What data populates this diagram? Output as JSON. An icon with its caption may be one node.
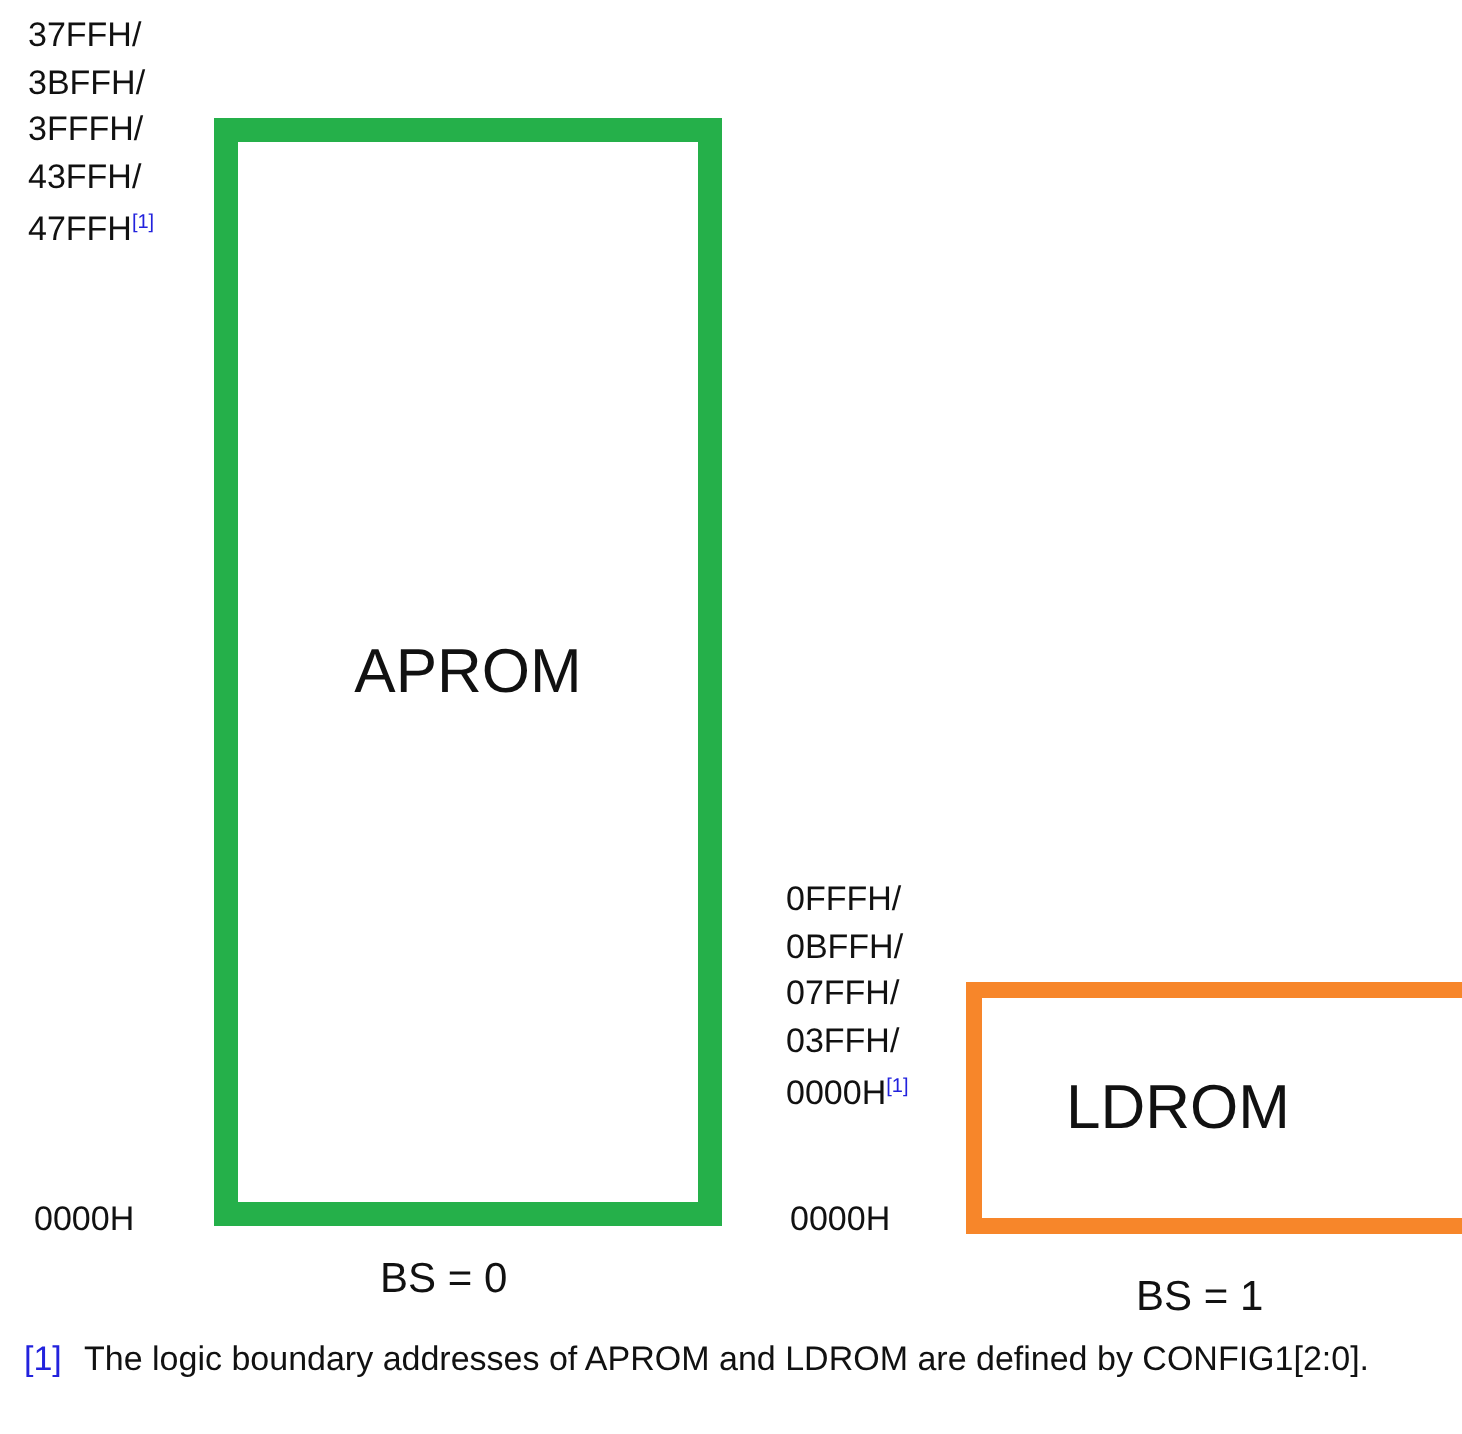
{
  "diagram": {
    "nodes": [
      {
        "text": [
          "APROM"
        ]
      },
      {
        "text": [
          "LDROM"
        ]
      }
    ],
    "labels": [
      "37FFH/ 3BFFH/ 3FFFH/ 43FFH/ 47FFH$^{[1]}$",
      "0000H",
      "BS = 0",
      "0FFFH/ 0BFFH/ 07FFH/ 03FFH/ 0000H$^{[1]}$",
      "0000H",
      "BS = 1",
      "[1]",
      "The logic boundary addresses of APROM and LDROM are defined by CONFIG1[2:0]."
    ]
  }
}
